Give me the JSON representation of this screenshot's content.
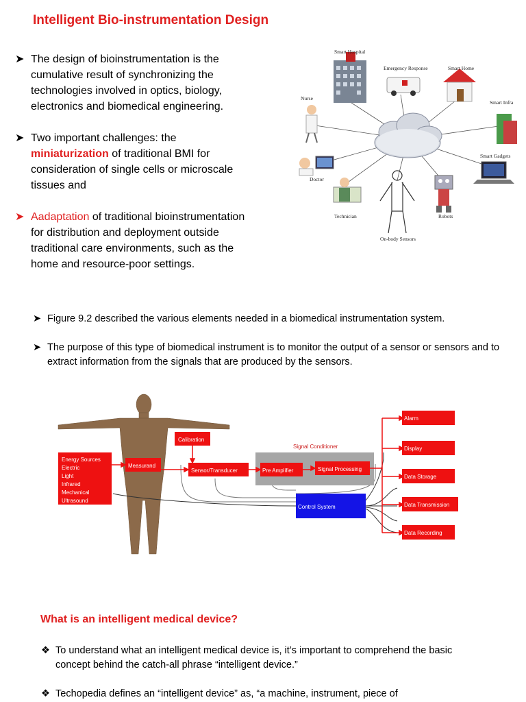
{
  "title": "Intelligent Bio-instrumentation Design",
  "bullets": {
    "b1": "The design of bioinstrumentation is the cumulative result of synchronizing the technologies involved in optics, biology, electronics and biomedical engineering.",
    "b2_pre": "Two important challenges: the",
    "b2_red": "miniaturization",
    "b2_post": "of traditional BMI for consideration of single cells or microscale tissues and",
    "b3_red": "Aadaptation",
    "b3_post": "of traditional bioinstrumentation for distribution and deployment outside traditional care environments, such as the home and resource-poor settings."
  },
  "network": {
    "labels": [
      "Smart Hospital",
      "Emergency Response",
      "Smart Home",
      "Smart Infra",
      "Nurse",
      "Smart Gadgets",
      "Doctor",
      "Technician",
      "On-body Sensors",
      "Robots"
    ]
  },
  "mid_bullets": [
    "Figure 9.2 described the various elements needed in a biomedical instrumentation system.",
    "The purpose of this type of biomedical instrument is to monitor the output of a sensor or sensors and to extract information from the signals that are produced by the sensors."
  ],
  "diagram": {
    "energy_sources": [
      "Energy Sources",
      "Electric",
      "Light",
      "Infrared",
      "Mechanical",
      "Ultrasound"
    ],
    "measurand": "Measurand",
    "calibration": "Calibration",
    "sensor": "Sensor/Transducer",
    "signal_conditioner": "Signal Conditioner",
    "pre_amplifier": "Pre Amplifier",
    "signal_processing": "Signal Processing",
    "control_system": "Control System",
    "outputs": [
      "Alarm",
      "Display",
      "Data Storage",
      "Data Transmission",
      "Data Recording"
    ],
    "colors": {
      "red_box": "#ee1111",
      "blue_box": "#1414e6",
      "gray_box": "#a6a6a6"
    }
  },
  "section2": {
    "heading": "What is an intelligent medical device?",
    "bullets": [
      "To understand what an intelligent medical device is, it’s important to comprehend the basic concept behind the catch-all phrase “intelligent device.”",
      "Techopedia defines an “intelligent device” as, “a machine, instrument, piece of"
    ]
  },
  "colors": {
    "accent_red": "#e02020"
  }
}
